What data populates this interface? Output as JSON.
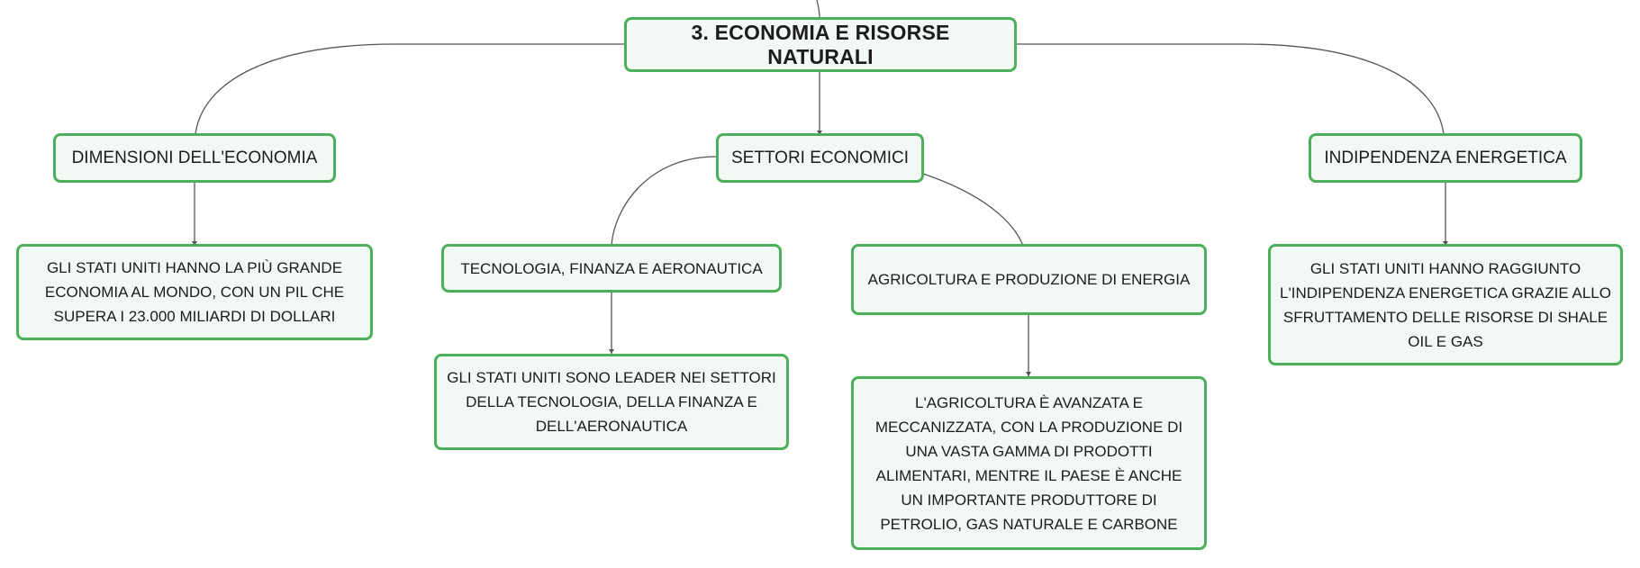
{
  "colors": {
    "node_border": "#4caf59",
    "node_fill": "#f2f8f3",
    "connector": "#555555"
  },
  "root": {
    "label": "3. ECONOMIA E RISORSE NATURALI"
  },
  "branches": {
    "economy": {
      "label": "DIMENSIONI DELL'ECONOMIA",
      "detail": "GLI STATI UNITI HANNO LA PIÙ GRANDE ECONOMIA AL MONDO, CON UN PIL CHE SUPERA I 23.000 MILIARDI DI DOLLARI"
    },
    "sectors": {
      "label": "SETTORI ECONOMICI",
      "tech": {
        "label": "TECNOLOGIA, FINANZA E AERONAUTICA",
        "detail": "GLI STATI UNITI SONO LEADER NEI SETTORI DELLA TECNOLOGIA, DELLA FINANZA E DELL'AERONAUTICA"
      },
      "agri": {
        "label": "AGRICOLTURA E PRODUZIONE DI ENERGIA",
        "detail": "L'AGRICOLTURA È AVANZATA E MECCANIZZATA, CON LA PRODUZIONE DI UNA VASTA GAMMA DI PRODOTTI ALIMENTARI, MENTRE IL PAESE È ANCHE UN IMPORTANTE PRODUTTORE DI PETROLIO, GAS NATURALE E CARBONE"
      }
    },
    "energy": {
      "label": "INDIPENDENZA ENERGETICA",
      "detail": "GLI STATI UNITI HANNO RAGGIUNTO L'INDIPENDENZA ENERGETICA GRAZIE ALLO SFRUTTAMENTO DELLE RISORSE DI SHALE OIL E GAS"
    }
  }
}
